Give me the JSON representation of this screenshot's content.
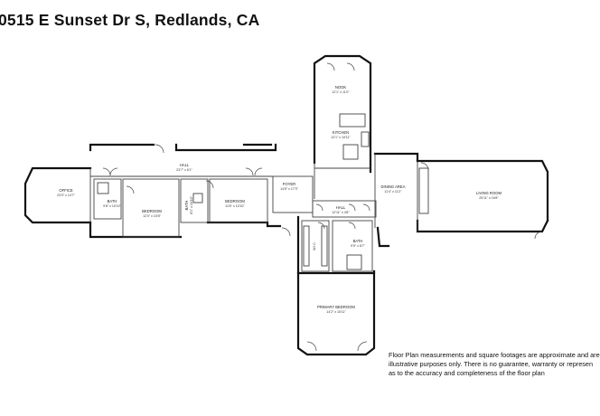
{
  "listing": {
    "title": "0515 E Sunset Dr S, Redlands, CA"
  },
  "rooms": [
    {
      "id": "nook",
      "name": "NOOK",
      "dims": "12'1\" x 11'0\""
    },
    {
      "id": "kitchen",
      "name": "KITCHEN",
      "dims": "12'1\" x 19'11\""
    },
    {
      "id": "office",
      "name": "OFFICE",
      "dims": "23'0\" x 14'7\""
    },
    {
      "id": "hall-west",
      "name": "HALL",
      "dims": "23'7\" x 6'1\""
    },
    {
      "id": "bath-west",
      "name": "BATH",
      "dims": "9'8\" x 10'10\""
    },
    {
      "id": "bedroom-2",
      "name": "BEDROOM",
      "dims": "12'0\" x 10'8\""
    },
    {
      "id": "bath-mid",
      "name": "BATH",
      "dims": "8'1\" x 10'10\""
    },
    {
      "id": "bedroom-3",
      "name": "BEDROOM",
      "dims": "11'6\" x 10'10\""
    },
    {
      "id": "foyer",
      "name": "FOYER",
      "dims": "14'8\" x 17'3\""
    },
    {
      "id": "dining",
      "name": "DINING AREA",
      "dims": "11'4\" x 11'2\""
    },
    {
      "id": "living",
      "name": "LIVING ROOM",
      "dims": "25'11\" x 16'8\""
    },
    {
      "id": "hall-east",
      "name": "HALL",
      "dims": "12'11\" x 4'8\""
    },
    {
      "id": "bath-east",
      "name": "BATH",
      "dims": "9'5\" x 8'7\""
    },
    {
      "id": "closet",
      "name": "W.I.C.",
      "dims": ""
    },
    {
      "id": "primary",
      "name": "PRIMARY BEDROOM",
      "dims": "14'2\" x 15'11\""
    }
  ],
  "disclaimer": {
    "line1": "Floor Plan measurements and square footages are approximate and are",
    "line2": "illustrative purposes only. There is no guarantee, warranty or represen",
    "line3": "as to the accuracy and completeness of the floor plan"
  },
  "colors": {
    "wall": "#111111",
    "line": "#444444",
    "background": "#ffffff"
  }
}
